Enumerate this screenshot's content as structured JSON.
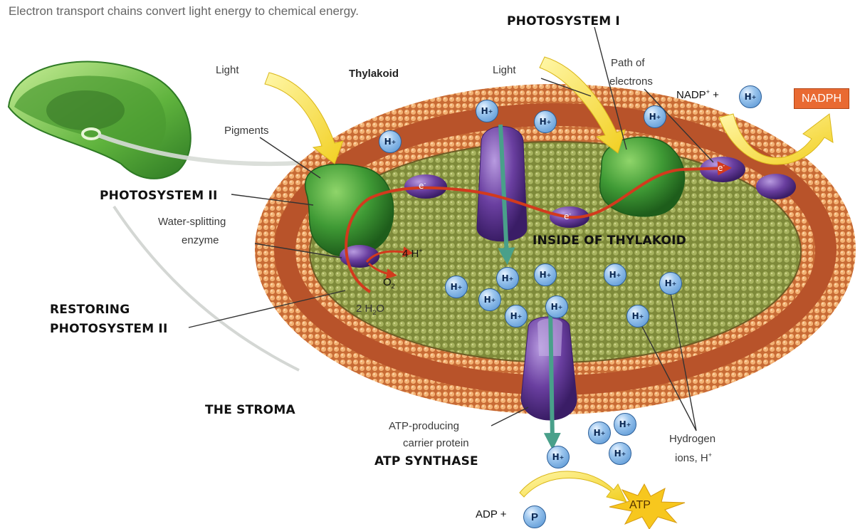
{
  "title": "Electron transport chains convert light energy to chemical energy.",
  "labels": {
    "photosystem_i": "PHOTOSYSTEM I",
    "photosystem_ii": "PHOTOSYSTEM II",
    "restoring_1": "RESTORING",
    "restoring_2": "PHOTOSYSTEM II",
    "inside": "INSIDE OF THYLAKOID",
    "stroma": "THE STROMA",
    "atp_synthase": "ATP SYNTHASE",
    "light_left": "Light",
    "light_right": "Light",
    "thylakoid": "Thylakoid",
    "pigments": "Pigments",
    "path_1": "Path of",
    "path_2": "electrons",
    "water_1": "Water-splitting",
    "water_2": "enzyme",
    "carrier_1": "ATP-producing",
    "carrier_2": "carrier protein",
    "hydrogen_1": "Hydrogen",
    "hydrogen_2": "ions, H",
    "nadp": "NADP",
    "plus": "+",
    "nadph": "NADPH",
    "adp": "ADP +",
    "p": "P",
    "atp": "ATP",
    "four_h": "4 H",
    "o2": "O",
    "two_h2o": "2 H",
    "two_h2o_tail": "O"
  },
  "ion_symbol": "H",
  "electron_symbol": "e",
  "colors": {
    "membrane": "#e49a52",
    "membrane_dark": "#b8532a",
    "lumen": "#8d9b43",
    "photosystem": "#3f9a35",
    "carrier": "#6a3fa0",
    "electron_path": "#d23a1d",
    "light_arrow": "#f4dc35",
    "nadph_box": "#e96a32",
    "ion": "#6fa8de"
  }
}
